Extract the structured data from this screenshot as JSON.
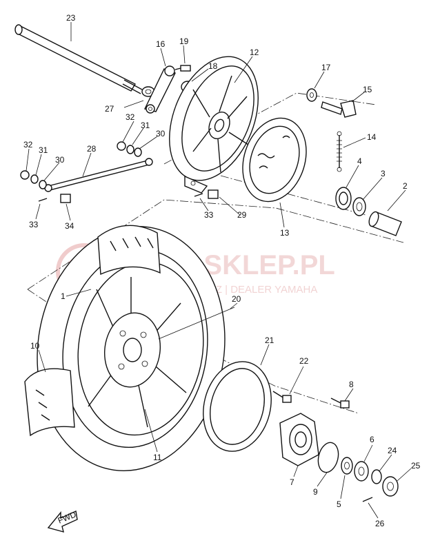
{
  "watermark": {
    "main": "YAMA-SKLEP.PL",
    "sub": "WOJCIECHOWICZ | DEALER YAMAHA",
    "color": "#e08a8a"
  },
  "fwd_label": "FWD",
  "callouts": {
    "n1": "1",
    "n2": "2",
    "n3": "3",
    "n4": "4",
    "n5": "5",
    "n6": "6",
    "n7": "7",
    "n8": "8",
    "n9": "9",
    "n10": "10",
    "n11": "11",
    "n12": "12",
    "n13": "13",
    "n14": "14",
    "n15": "15",
    "n16": "16",
    "n17": "17",
    "n18": "18",
    "n19": "19",
    "n20": "20",
    "n21": "21",
    "n22": "22",
    "n23": "23",
    "n24": "24",
    "n25": "25",
    "n26": "26",
    "n27": "27",
    "n28": "28",
    "n29": "29",
    "n30a": "30",
    "n30b": "30",
    "n31a": "31",
    "n31b": "31",
    "n32a": "32",
    "n32b": "32",
    "n33a": "33",
    "n33b": "33",
    "n34": "34"
  }
}
